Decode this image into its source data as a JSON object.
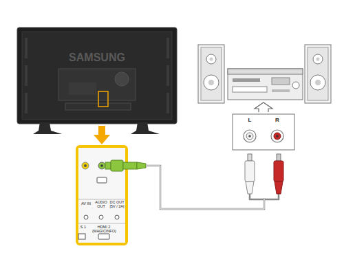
{
  "diagram": {
    "labels": [
      "SAMSUNG",
      "AV IN",
      "AUDIO OUT",
      "DC OUT [5V / 2A]",
      "S 1",
      "HDMI 2 (MAGICINFO)",
      "L",
      "R"
    ]
  }
}
